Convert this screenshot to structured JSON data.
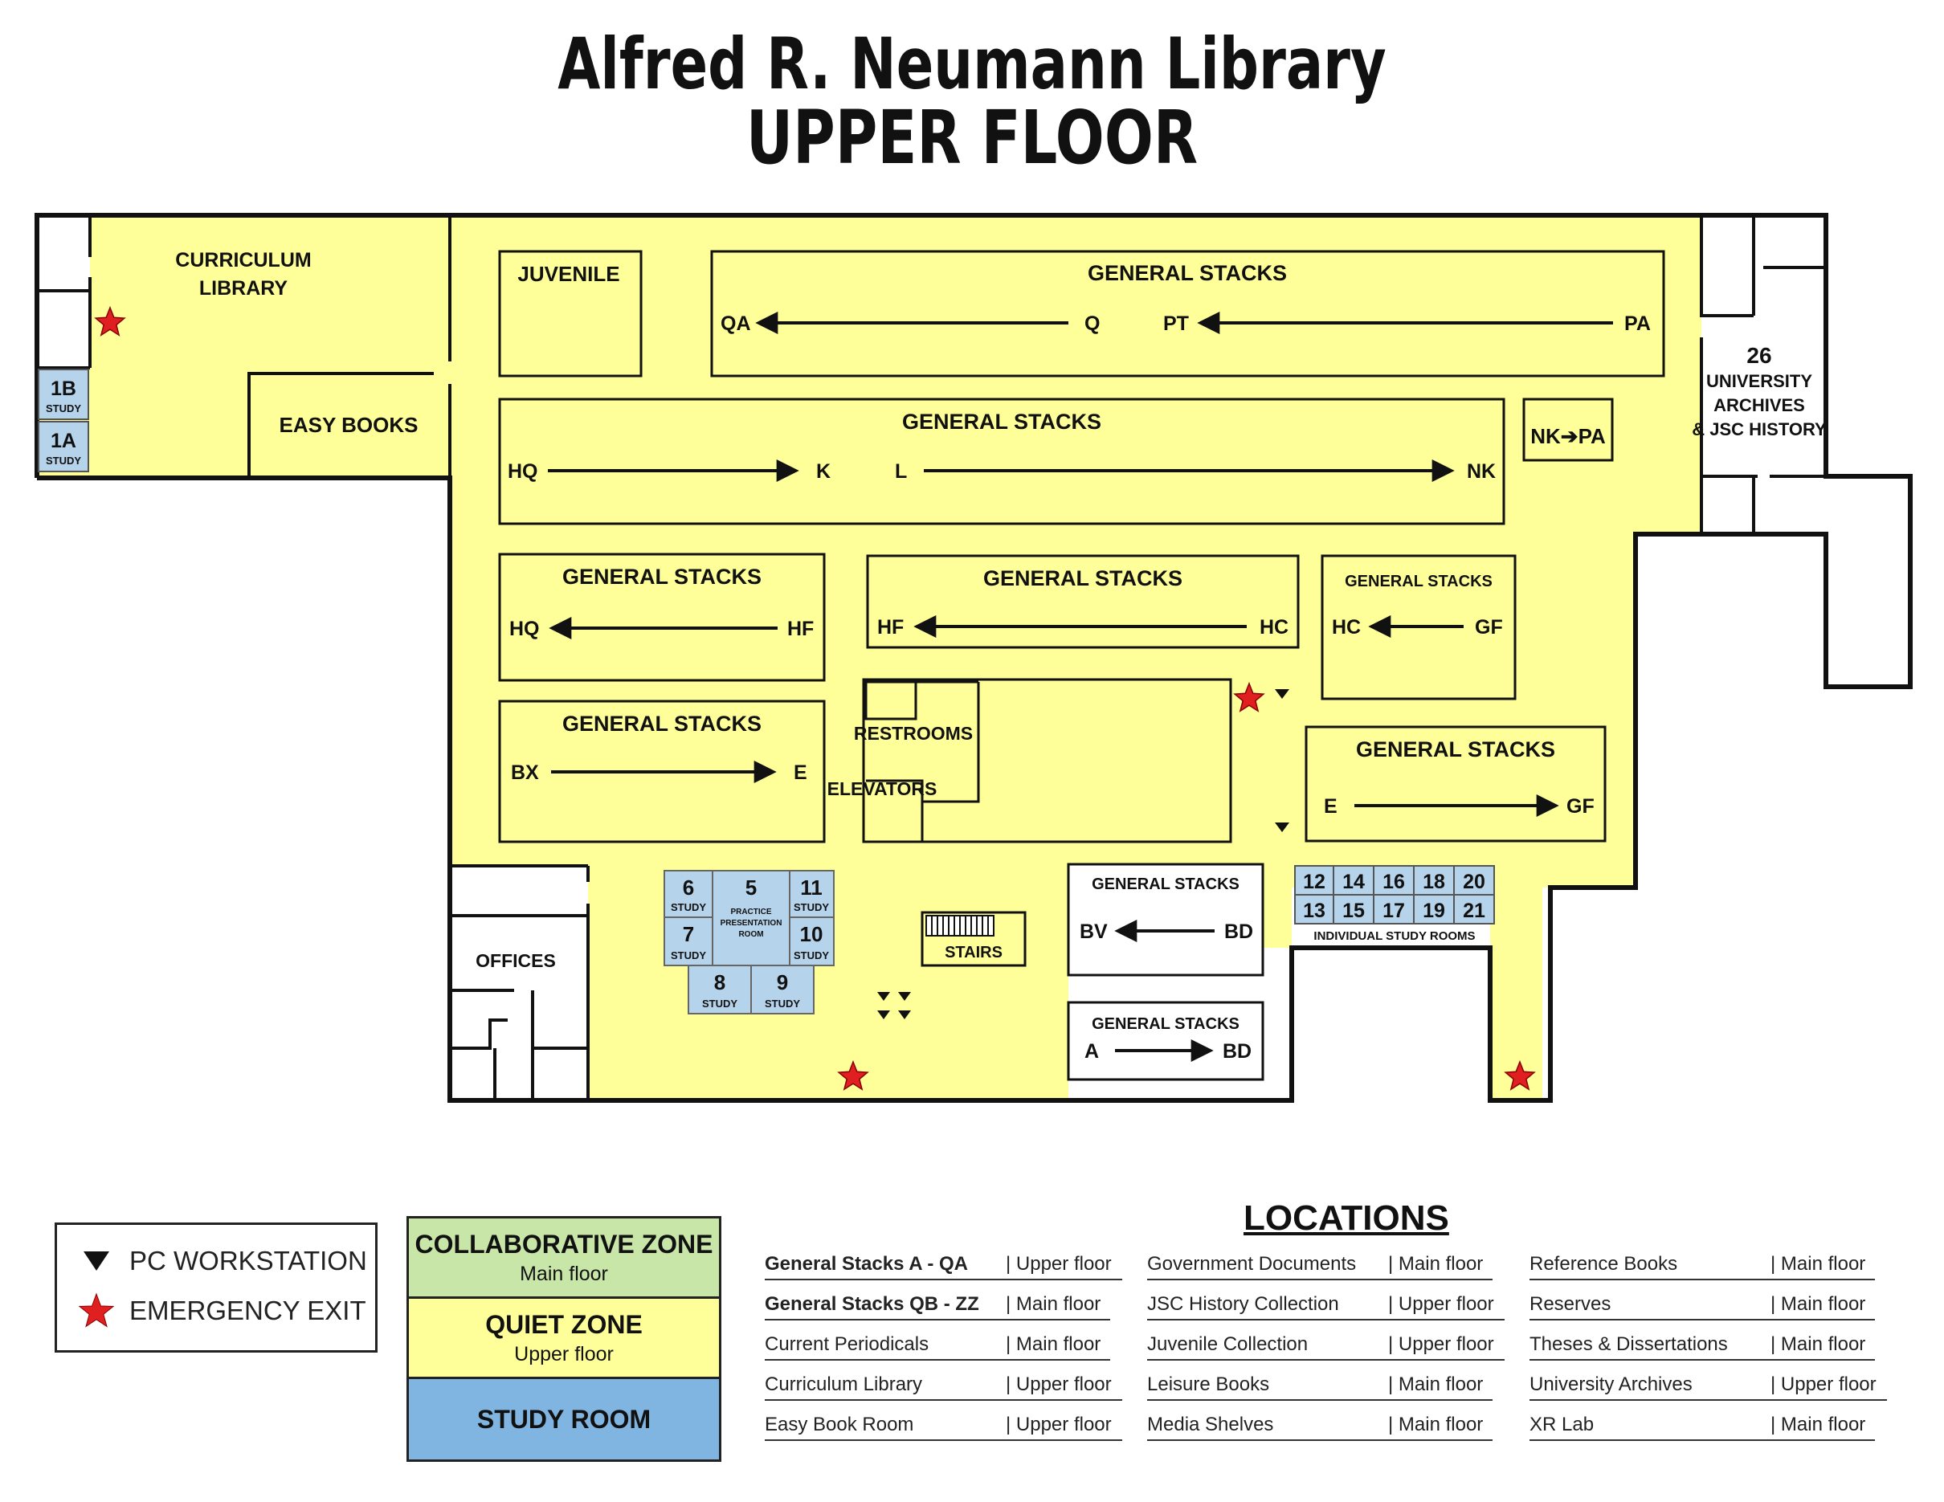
{
  "title": {
    "line1": "Alfred R. Neumann Library",
    "line2": "UPPER FLOOR"
  },
  "colors": {
    "quiet_zone": "#ffff99",
    "collaborative_zone": "#c8e6a8",
    "study_room": "#7fb5e0",
    "study_fill": "#b6d3ec",
    "exit_star": "#e02020",
    "wall": "#111111"
  },
  "map": {
    "curriculum": [
      "CURRICULUM",
      "LIBRARY"
    ],
    "easy_books": "EASY BOOKS",
    "juvenile": "JUVENILE",
    "nk_pa": "NK➔PA",
    "archives": [
      "26",
      "UNIVERSITY",
      "ARCHIVES",
      "& JSC HISTORY"
    ],
    "restrooms": "RESTROOMS",
    "elevators": "ELEVATORS",
    "offices": "OFFICES",
    "stairs": "STAIRS",
    "individual_study_rooms": "INDIVIDUAL STUDY ROOMS",
    "stack_title": "GENERAL STACKS",
    "stacks": [
      {
        "from": "QA",
        "to": "Q",
        "dir": "left"
      },
      {
        "from": "PT",
        "to": "PA",
        "dir": "left"
      },
      {
        "from": "HQ",
        "to": "K",
        "dir": "right"
      },
      {
        "from": "L",
        "to": "NK",
        "dir": "right"
      },
      {
        "from": "HQ",
        "to": "HF",
        "dir": "left"
      },
      {
        "from": "HF",
        "to": "HC",
        "dir": "left"
      },
      {
        "from": "HC",
        "to": "GF",
        "dir": "left"
      },
      {
        "from": "BX",
        "to": "E",
        "dir": "right"
      },
      {
        "from": "E",
        "to": "GF",
        "dir": "right"
      },
      {
        "from": "BV",
        "to": "BD",
        "dir": "left"
      },
      {
        "from": "A",
        "to": "BD",
        "dir": "right"
      }
    ],
    "study_rooms": {
      "r1b": "1B",
      "r1a": "1A",
      "r6": "6",
      "r7": "7",
      "r5": "5",
      "r11": "11",
      "r10": "10",
      "r8": "8",
      "r9": "9",
      "study_label": "STUDY",
      "practice": [
        "PRACTICE",
        "PRESENTATION",
        "ROOM"
      ],
      "individual": [
        "12",
        "14",
        "16",
        "18",
        "20",
        "13",
        "15",
        "17",
        "19",
        "21"
      ]
    }
  },
  "legend": {
    "pc": "PC WORKSTATION",
    "exit": "EMERGENCY EXIT"
  },
  "zones": [
    {
      "name": "COLLABORATIVE ZONE",
      "sub": "Main floor"
    },
    {
      "name": "QUIET ZONE",
      "sub": "Upper floor"
    },
    {
      "name": "STUDY ROOM",
      "sub": ""
    }
  ],
  "locations_title": "LOCATIONS",
  "locations": [
    [
      {
        "name": "General Stacks A - QA",
        "floor": "| Upper floor",
        "bold": true
      },
      {
        "name": "General Stacks QB - ZZ",
        "floor": "| Main floor",
        "bold": true
      },
      {
        "name": "Current Periodicals",
        "floor": "| Main floor",
        "bold": false
      },
      {
        "name": "Curriculum Library",
        "floor": "| Upper floor",
        "bold": false
      },
      {
        "name": "Easy Book Room",
        "floor": "| Upper floor",
        "bold": false
      }
    ],
    [
      {
        "name": "Government Documents",
        "floor": "| Main floor",
        "bold": false
      },
      {
        "name": "JSC History Collection",
        "floor": "| Upper floor",
        "bold": false
      },
      {
        "name": "Juvenile Collection",
        "floor": "| Upper floor",
        "bold": false
      },
      {
        "name": "Leisure Books",
        "floor": "| Main floor",
        "bold": false
      },
      {
        "name": "Media Shelves",
        "floor": "| Main floor",
        "bold": false
      }
    ],
    [
      {
        "name": "Reference Books",
        "floor": "| Main floor",
        "bold": false
      },
      {
        "name": "Reserves",
        "floor": "| Main floor",
        "bold": false
      },
      {
        "name": "Theses & Dissertations",
        "floor": "| Main floor",
        "bold": false
      },
      {
        "name": "University Archives",
        "floor": "| Upper floor",
        "bold": false
      },
      {
        "name": "XR Lab",
        "floor": "| Main floor",
        "bold": false
      }
    ]
  ]
}
